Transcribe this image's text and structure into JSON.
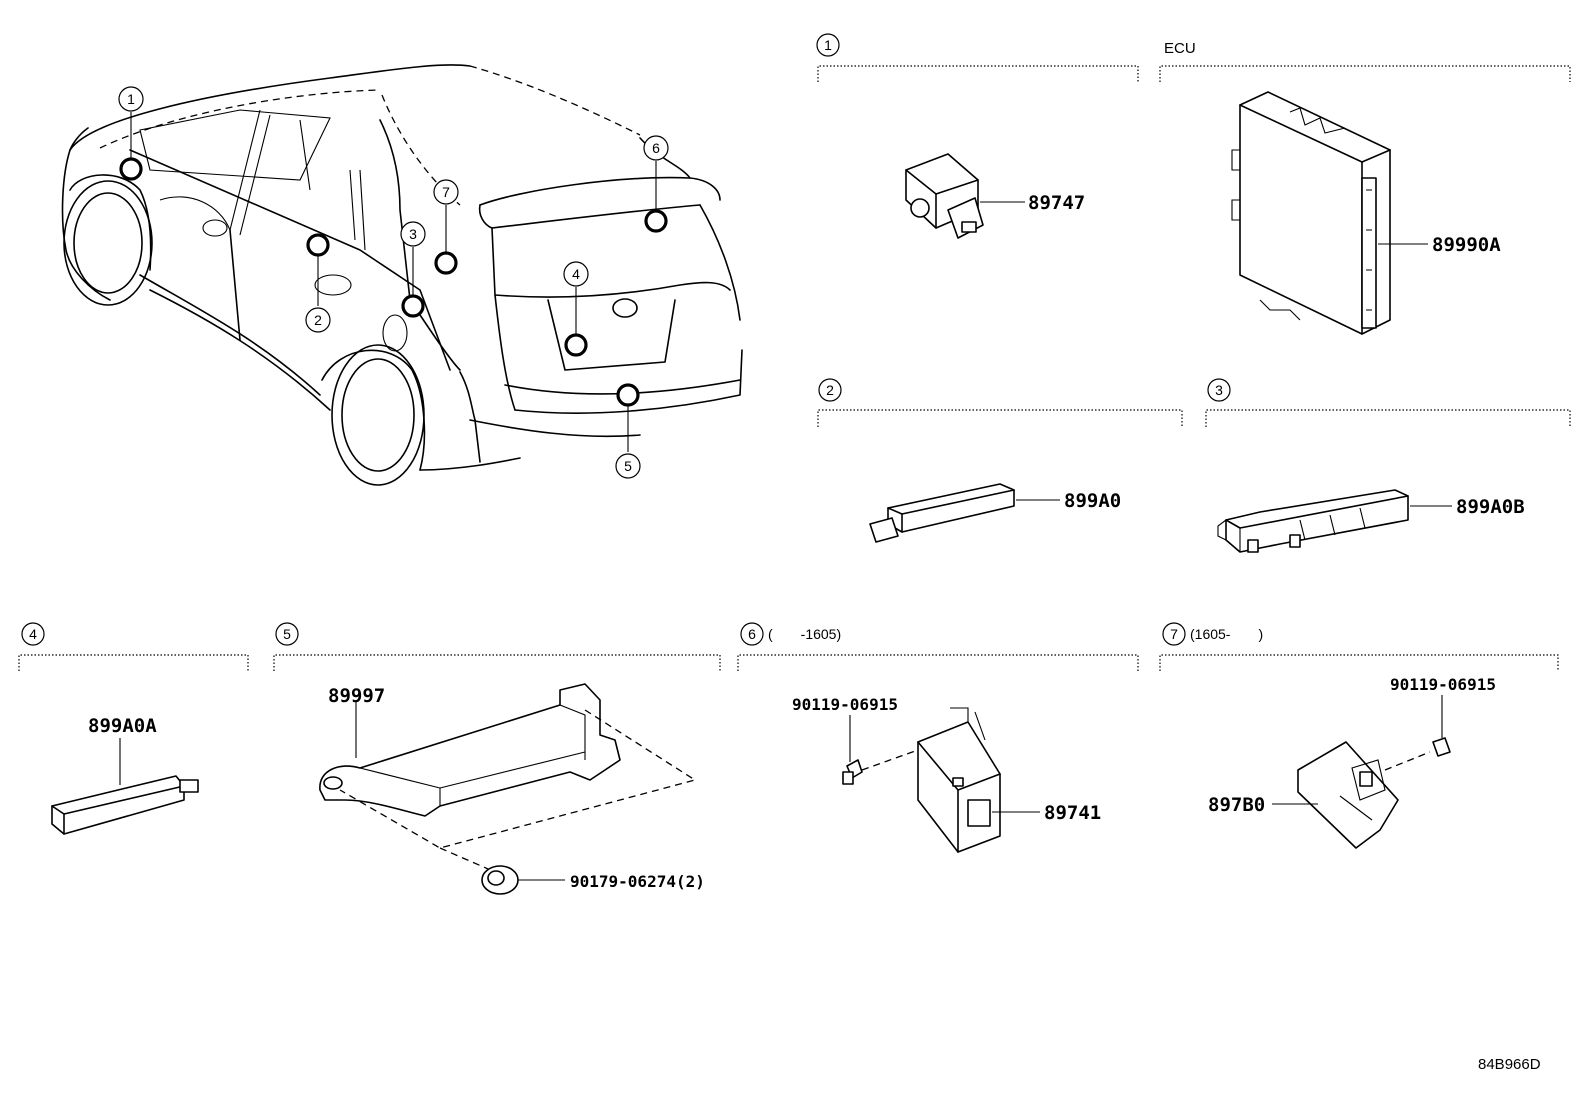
{
  "diagram_id": "84B966D",
  "car": {
    "callouts": [
      "1",
      "2",
      "3",
      "4",
      "5",
      "6",
      "7"
    ]
  },
  "sections": [
    {
      "num": "1",
      "note": "",
      "parts": [
        "89747"
      ]
    },
    {
      "num": "",
      "note": "ECU",
      "parts": [
        "89990A"
      ]
    },
    {
      "num": "2",
      "note": "",
      "parts": [
        "899A0"
      ]
    },
    {
      "num": "3",
      "note": "",
      "parts": [
        "899A0B"
      ]
    },
    {
      "num": "4",
      "note": "",
      "parts": [
        "899A0A"
      ]
    },
    {
      "num": "5",
      "note": "",
      "parts": [
        "89997",
        "90179-06274(2)"
      ]
    },
    {
      "num": "6",
      "note": "(　　-1605)",
      "parts": [
        "90119-06915",
        "89741"
      ]
    },
    {
      "num": "7",
      "note": "(1605-　　)",
      "parts": [
        "90119-06915",
        "897B0"
      ]
    }
  ]
}
